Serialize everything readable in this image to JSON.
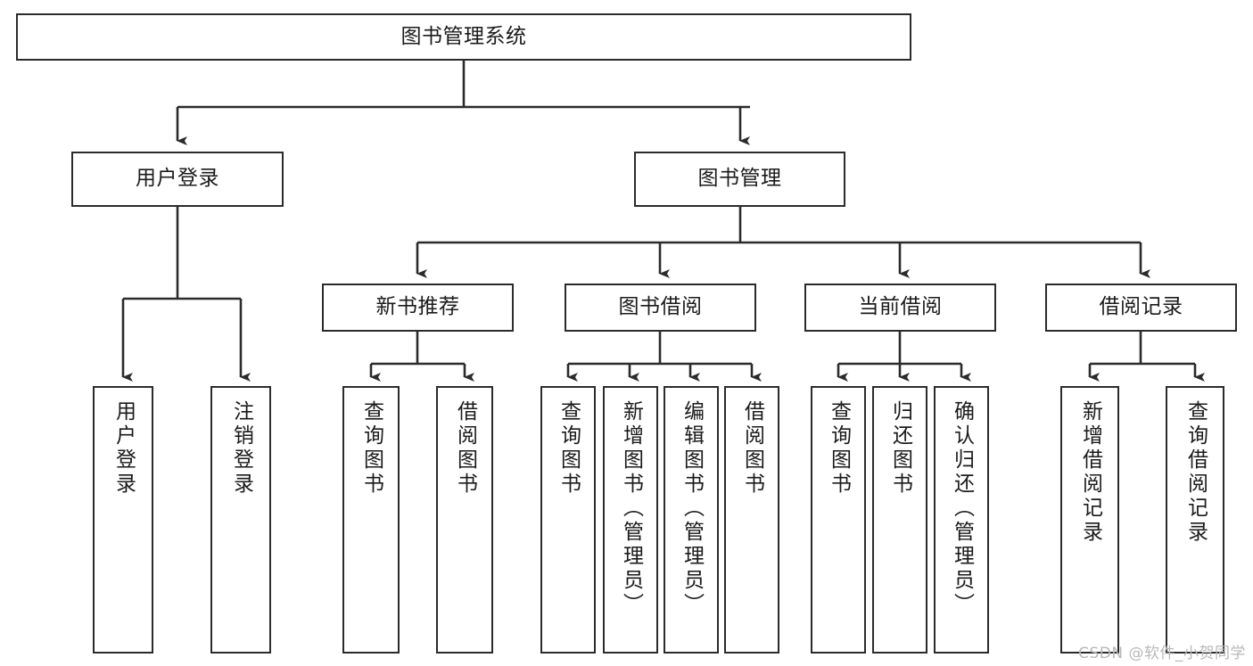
{
  "diagram": {
    "title": "图书管理系统",
    "type": "tree-hierarchy-diagram",
    "watermark": "CSDN @软件_小贺同学",
    "colors": {
      "border": "#2b2b2b",
      "background": "#ffffff",
      "text": "#1b1b1b",
      "watermark": "#b8b8b8"
    },
    "root": {
      "label": "图书管理系统"
    },
    "level2": [
      {
        "label": "用户登录"
      },
      {
        "label": "图书管理"
      }
    ],
    "level3": [
      {
        "label": "新书推荐"
      },
      {
        "label": "图书借阅"
      },
      {
        "label": "当前借阅"
      },
      {
        "label": "借阅记录"
      }
    ],
    "leaves": {
      "user_login": [
        {
          "label": "用户登录"
        },
        {
          "label": "注销登录"
        }
      ],
      "new_book_recommend": [
        {
          "label": "查询图书"
        },
        {
          "label": "借阅图书"
        }
      ],
      "book_borrow": [
        {
          "label": "查询图书"
        },
        {
          "label": "新增图书（管理员）"
        },
        {
          "label": "编辑图书（管理员）"
        },
        {
          "label": "借阅图书"
        }
      ],
      "current_borrow": [
        {
          "label": "查询图书"
        },
        {
          "label": "归还图书"
        },
        {
          "label": "确认归还（管理员）"
        }
      ],
      "borrow_record": [
        {
          "label": "新增借阅记录"
        },
        {
          "label": "查询借阅记录"
        }
      ]
    }
  }
}
